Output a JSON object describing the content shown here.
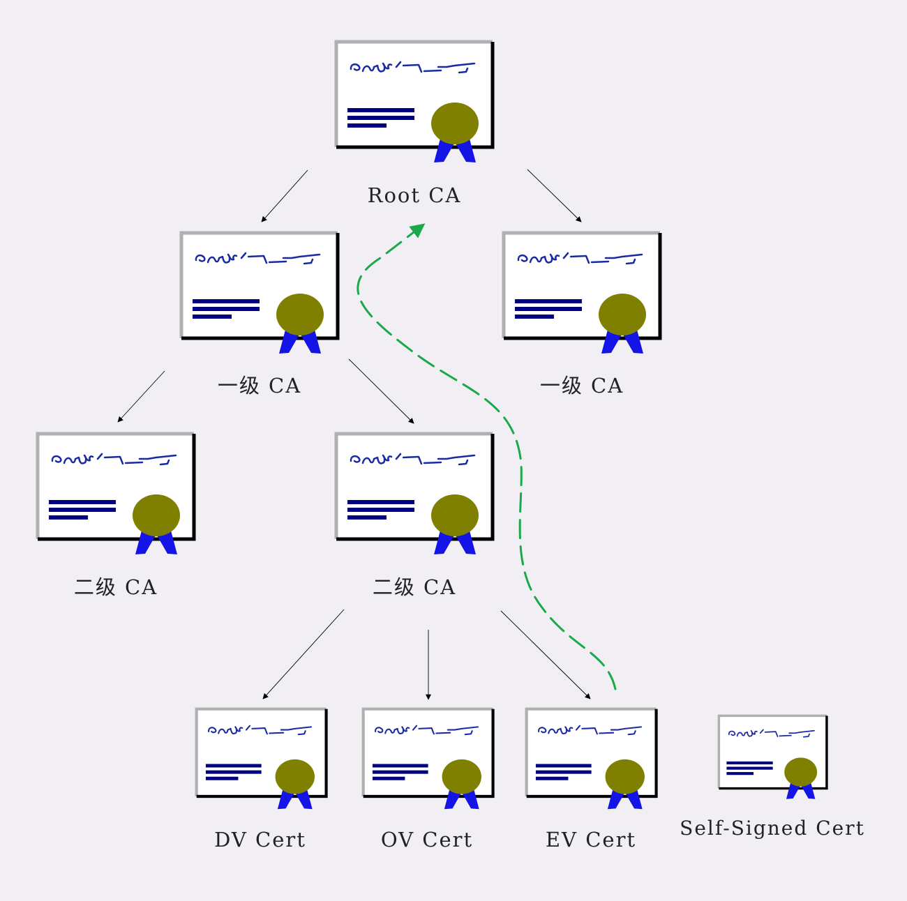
{
  "labels": {
    "root_ca": "Root CA",
    "level1_ca_left": "一级 CA",
    "level1_ca_right": "一级 CA",
    "level2_ca_left": "二级 CA",
    "level2_ca_right": "二级 CA",
    "dv_cert": "DV Cert",
    "ov_cert": "OV Cert",
    "ev_cert": "EV Cert",
    "self_signed_cert": "Self-Signed Cert"
  },
  "colors": {
    "background": "#f1eff4",
    "certificate_paper": "#ffffff",
    "certificate_frame": "#000000",
    "certificate_bevel": "#b0b0b0",
    "signature_ink": "#1a2aa0",
    "text_lines": "#000080",
    "seal": "#808000",
    "ribbon": "#1414e6",
    "hierarchy_arrow": "#000000",
    "verification_path": "#1aa84a"
  },
  "icons": {
    "certificate": "certificate-icon",
    "seal": "seal-icon",
    "ribbon": "ribbon-icon"
  }
}
